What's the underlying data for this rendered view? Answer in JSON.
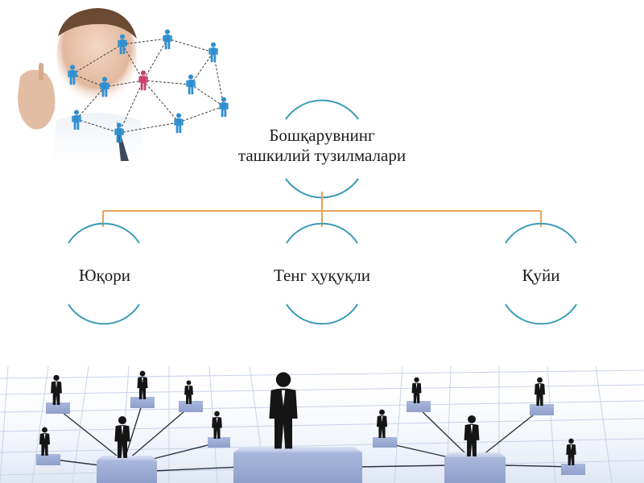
{
  "diagram": {
    "root": {
      "line1": "Бошқарувнинг",
      "line2": "ташкилий тузилмалари"
    },
    "children": [
      {
        "label": "Юқори"
      },
      {
        "label": "Тенг ҳуқуқли"
      },
      {
        "label": "Қуйи"
      }
    ]
  },
  "colors": {
    "arc": "#3a9bb5",
    "connector": "#e8a25e",
    "network_node": "#2f8fd0",
    "network_center": "#c8426a",
    "pedestal": "#9fb0d6"
  },
  "icons": {
    "top_left_image": "network-people-illustration",
    "bottom_image": "business-people-on-pedestals-illustration"
  }
}
